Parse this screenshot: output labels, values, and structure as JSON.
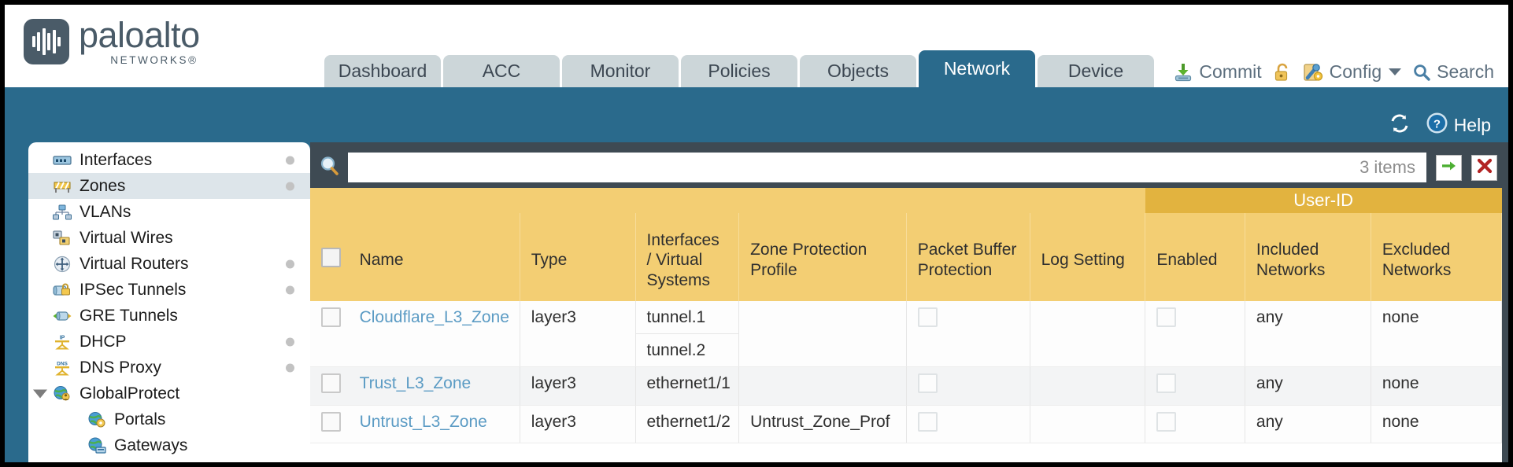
{
  "brand": {
    "name": "paloalto",
    "sub": "NETWORKS®",
    "logo_icon": "paloalto-bars-logo"
  },
  "header": {
    "tabs": [
      {
        "label": "Dashboard",
        "active": false
      },
      {
        "label": "ACC",
        "active": false
      },
      {
        "label": "Monitor",
        "active": false
      },
      {
        "label": "Policies",
        "active": false
      },
      {
        "label": "Objects",
        "active": false
      },
      {
        "label": "Network",
        "active": true
      },
      {
        "label": "Device",
        "active": false
      }
    ],
    "actions": [
      {
        "label": "Commit",
        "icon": "commit-download-icon"
      },
      {
        "label": "",
        "icon": "unlock-padlock-icon"
      },
      {
        "label": "Config",
        "icon": "config-wrench-icon",
        "has_caret": true
      },
      {
        "label": "Search",
        "icon": "search-magnifier-icon"
      }
    ]
  },
  "band": {
    "refresh_icon": "refresh-icon",
    "help_label": "Help",
    "help_icon": "help-question-icon"
  },
  "sidebar": {
    "items": [
      {
        "label": "Interfaces",
        "icon": "interfaces-icon",
        "selected": false,
        "dot": true,
        "child": false,
        "twisty": false
      },
      {
        "label": "Zones",
        "icon": "zones-icon",
        "selected": true,
        "dot": true,
        "child": false,
        "twisty": false
      },
      {
        "label": "VLANs",
        "icon": "vlans-icon",
        "selected": false,
        "dot": false,
        "child": false,
        "twisty": false
      },
      {
        "label": "Virtual Wires",
        "icon": "virtual-wires-icon",
        "selected": false,
        "dot": false,
        "child": false,
        "twisty": false
      },
      {
        "label": "Virtual Routers",
        "icon": "virtual-routers-icon",
        "selected": false,
        "dot": true,
        "child": false,
        "twisty": false
      },
      {
        "label": "IPSec Tunnels",
        "icon": "ipsec-tunnels-icon",
        "selected": false,
        "dot": true,
        "child": false,
        "twisty": false
      },
      {
        "label": "GRE Tunnels",
        "icon": "gre-tunnels-icon",
        "selected": false,
        "dot": false,
        "child": false,
        "twisty": false
      },
      {
        "label": "DHCP",
        "icon": "dhcp-icon",
        "selected": false,
        "dot": true,
        "child": false,
        "twisty": false
      },
      {
        "label": "DNS Proxy",
        "icon": "dns-proxy-icon",
        "selected": false,
        "dot": true,
        "child": false,
        "twisty": false
      },
      {
        "label": "GlobalProtect",
        "icon": "globalprotect-icon",
        "selected": false,
        "dot": false,
        "child": false,
        "twisty": true
      },
      {
        "label": "Portals",
        "icon": "portals-icon",
        "selected": false,
        "dot": false,
        "child": true,
        "twisty": false
      },
      {
        "label": "Gateways",
        "icon": "gateways-icon",
        "selected": false,
        "dot": false,
        "child": true,
        "twisty": false
      }
    ]
  },
  "search": {
    "value": "",
    "placeholder": "",
    "icon": "search-magnifier-icon",
    "items_count": "3 items",
    "apply_icon": "green-arrow-apply-icon",
    "clear_icon": "red-x-clear-icon"
  },
  "table": {
    "group_header": {
      "label": "User-ID",
      "span": 3
    },
    "columns": [
      "Name",
      "Type",
      "Interfaces / Virtual Systems",
      "Zone Protection Profile",
      "Packet Buffer Protection",
      "Log Setting",
      "Enabled",
      "Included Networks",
      "Excluded Networks"
    ],
    "rows": [
      {
        "name": "Cloudflare_L3_Zone",
        "type": "layer3",
        "interfaces": [
          "tunnel.1",
          "tunnel.2"
        ],
        "zone_protection_profile": "",
        "packet_buffer_protection": false,
        "log_setting": "",
        "userid_enabled": false,
        "included_networks": "any",
        "excluded_networks": "none"
      },
      {
        "name": "Trust_L3_Zone",
        "type": "layer3",
        "interfaces": [
          "ethernet1/1"
        ],
        "zone_protection_profile": "",
        "packet_buffer_protection": false,
        "log_setting": "",
        "userid_enabled": false,
        "included_networks": "any",
        "excluded_networks": "none"
      },
      {
        "name": "Untrust_L3_Zone",
        "type": "layer3",
        "interfaces": [
          "ethernet1/2"
        ],
        "zone_protection_profile": "Untrust_Zone_Prof",
        "packet_buffer_protection": false,
        "log_setting": "",
        "userid_enabled": false,
        "included_networks": "any",
        "excluded_networks": "none"
      }
    ]
  },
  "colors": {
    "brand_slate": "#4a5b68",
    "tab_active": "#2a6a8c",
    "tab_inactive": "#ccd6d9",
    "band_blue": "#2a6a8c",
    "content_dark": "#3e4a53",
    "header_amber": "#f3ce73",
    "group_amber": "#e2b33f",
    "link_blue": "#5b9bc4"
  }
}
